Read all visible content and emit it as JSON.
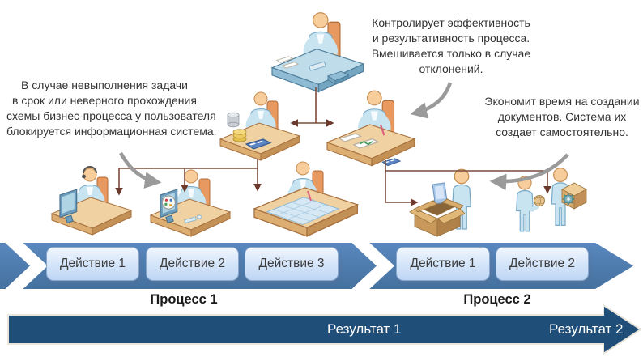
{
  "annotations": {
    "blocker": {
      "line1": "В случае невыполнения задачи",
      "line2": "в срок или неверного прохождения",
      "line3": "схемы бизнес-процесса у пользователя",
      "line4": "блокируется информационная система."
    },
    "controller": {
      "line1": "Контролирует эффективность",
      "line2": "и результативность процесса.",
      "line3": "Вмешивается только в случае",
      "line4": "отклонений."
    },
    "saver": {
      "line1": "Экономит время на создании",
      "line2": "документов. Система их",
      "line3": "создает самостоятельно."
    }
  },
  "process_band": {
    "actions": [
      "Действие 1",
      "Действие 2",
      "Действие 3",
      "Действие 1",
      "Действие 2"
    ],
    "process1": "Процесс 1",
    "process2": "Процесс 2"
  },
  "result_band": {
    "result1": "Результат 1",
    "result2": "Результат 2"
  },
  "colors": {
    "band_blue": "#4E7EB6",
    "band_dark": "#1F4E79",
    "button_border": "#89A8CE",
    "connector_brown": "#7C4A3A",
    "sketch_arrow_gray": "#9A9A9A"
  }
}
